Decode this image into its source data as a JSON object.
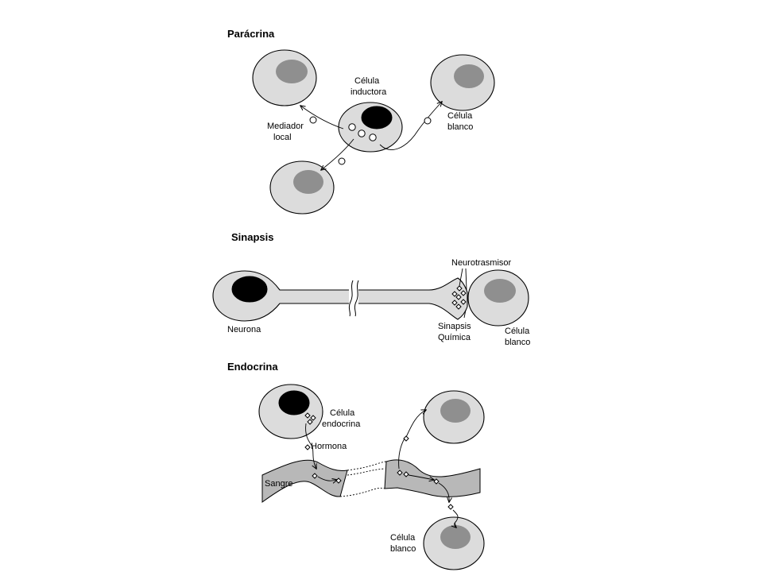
{
  "sections": {
    "paracrine": {
      "title": "Parácrina",
      "inducing_cell_label_1": "Célula",
      "inducing_cell_label_2": "inductora",
      "mediator_label_1": "Mediador",
      "mediator_label_2": "local",
      "target_label_1": "Célula",
      "target_label_2": "blanco"
    },
    "synapse": {
      "title": "Sinapsis",
      "neurotransmitter_label": "Neurotrasmisor",
      "neuron_label": "Neurona",
      "synapse_label_1": "Sinapsis",
      "synapse_label_2": "Química",
      "target_label_1": "Célula",
      "target_label_2": "blanco"
    },
    "endocrine": {
      "title": "Endocrina",
      "endocrine_cell_label_1": "Célula",
      "endocrine_cell_label_2": "endocrina",
      "hormone_label": "Hormona",
      "blood_label": "Sangre",
      "target_label_1": "Célula",
      "target_label_2": "blanco"
    }
  },
  "colors": {
    "cell_fill": "#dcdcdc",
    "nucleus_gray": "#8f8f8f",
    "nucleus_black": "#000000",
    "blood_fill": "#b8b8b8"
  }
}
